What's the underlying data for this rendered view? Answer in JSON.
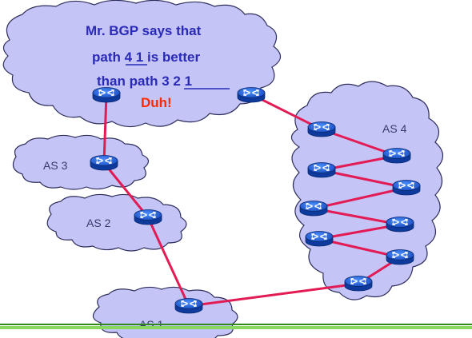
{
  "message": {
    "line1": "Mr. BGP says that",
    "line2_pre": "path ",
    "line2_path": "4 1",
    "line2_post": " is better",
    "line3_pre": "than path ",
    "line3_path": "3 2 1",
    "exclaim": "Duh!"
  },
  "labels": {
    "as1": "AS 1",
    "as2": "AS 2",
    "as3": "AS 3",
    "as4": "AS 4"
  },
  "colors": {
    "cloud": "#c4c4f6",
    "link": "#e21b55",
    "router": "#1a5ad8",
    "text_blue": "#2a2ab8",
    "text_red": "#ff2a00",
    "rule": "#88d860"
  }
}
